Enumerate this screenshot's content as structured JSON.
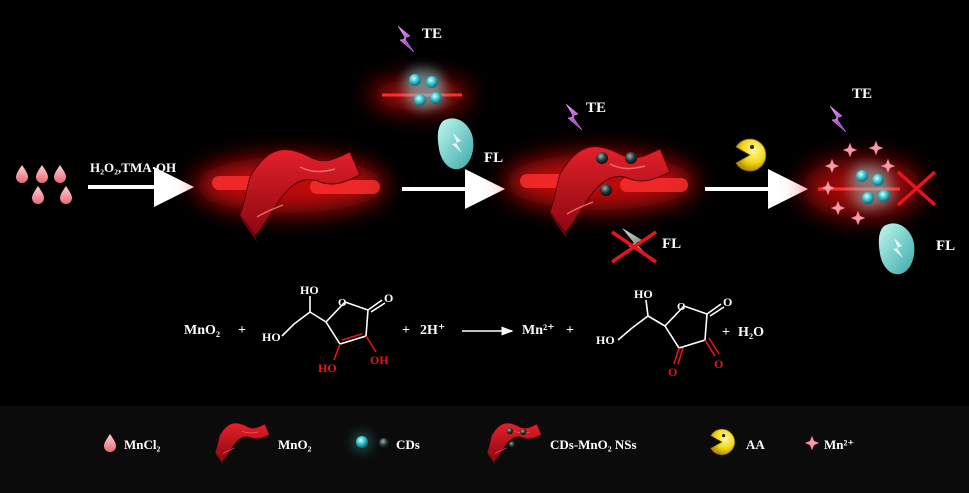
{
  "scheme": {
    "step1_condition": "H₂O₂,TMA·OH",
    "te_label": "TE",
    "fl_label": "FL"
  },
  "reaction": {
    "reactant_1": "MnO₂",
    "plus": "+",
    "proton": "2H⁺",
    "product_1": "Mn²⁺",
    "product_2": "H₂O",
    "atom_HO": "HO",
    "atom_OH": "OH",
    "atom_O": "O"
  },
  "legend": {
    "mncl2": "MnCl₂",
    "mno2": "MnO₂",
    "cds": "CDs",
    "nss": "CDs-MnO₂ NSs",
    "aa": "AA",
    "mn2": "Mn²⁺"
  },
  "colors": {
    "background": "#000000",
    "nanosheet": "#c8101a",
    "glow": "#ff1010",
    "cd_cyan": "#5fe0e0",
    "te_bolt": "#b832d8",
    "aa_yellow": "#f5dc1a",
    "mn_star": "#f08a9a"
  }
}
